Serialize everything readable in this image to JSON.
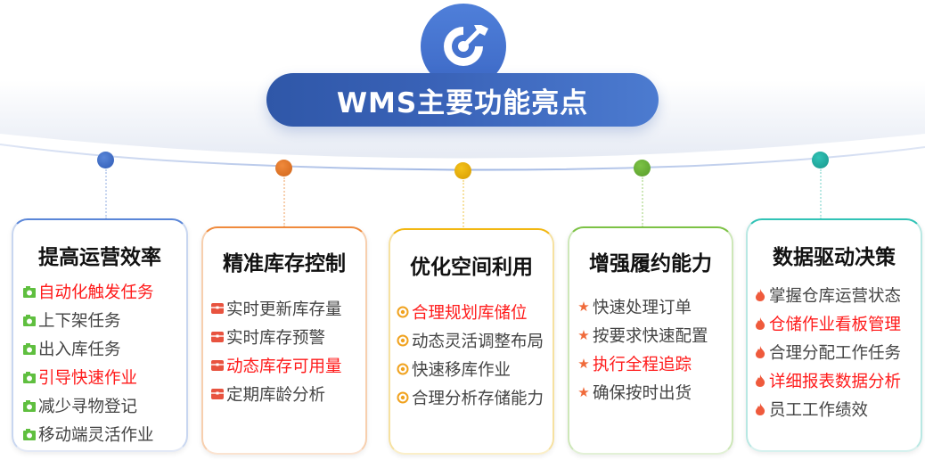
{
  "header": {
    "title": "WMS主要功能亮点",
    "logo_icon": "target-arrow-icon"
  },
  "colors": {
    "blue": "#3d69c6",
    "orange": "#e8782a",
    "yellow": "#e8b100",
    "green": "#6cb23a",
    "teal": "#22b0a4",
    "highlight": "#ff1a1a",
    "text": "#444444"
  },
  "cards": [
    {
      "title": "提高运营效率",
      "icon": "camera-icon",
      "items": [
        {
          "label": "自动化触发任务",
          "highlight": true
        },
        {
          "label": "上下架任务",
          "highlight": false
        },
        {
          "label": "出入库任务",
          "highlight": false
        },
        {
          "label": "引导快速作业",
          "highlight": true
        },
        {
          "label": "减少寻物登记",
          "highlight": false
        },
        {
          "label": "移动端灵活作业",
          "highlight": false
        }
      ]
    },
    {
      "title": "精准库存控制",
      "icon": "box-icon",
      "items": [
        {
          "label": "实时更新库存量",
          "highlight": false
        },
        {
          "label": "实时库存预警",
          "highlight": false
        },
        {
          "label": "动态库存可用量",
          "highlight": true
        },
        {
          "label": "定期库龄分析",
          "highlight": false
        }
      ]
    },
    {
      "title": "优化空间利用",
      "icon": "target-dot-icon",
      "items": [
        {
          "label": "合理规划库储位",
          "highlight": true
        },
        {
          "label": "动态灵活调整布局",
          "highlight": false
        },
        {
          "label": "快速移库作业",
          "highlight": false
        },
        {
          "label": "合理分析存储能力",
          "highlight": false
        }
      ]
    },
    {
      "title": "增强履约能力",
      "icon": "star-icon",
      "items": [
        {
          "label": "快速处理订单",
          "highlight": false
        },
        {
          "label": "按要求快速配置",
          "highlight": false
        },
        {
          "label": "执行全程追踪",
          "highlight": true
        },
        {
          "label": "确保按时出货",
          "highlight": false
        }
      ]
    },
    {
      "title": "数据驱动决策",
      "icon": "flame-icon",
      "items": [
        {
          "label": "掌握仓库运营状态",
          "highlight": false
        },
        {
          "label": "仓储作业看板管理",
          "highlight": true
        },
        {
          "label": "合理分配工作任务",
          "highlight": false
        },
        {
          "label": "详细报表数据分析",
          "highlight": true
        },
        {
          "label": "员工工作绩效",
          "highlight": false
        }
      ]
    }
  ]
}
